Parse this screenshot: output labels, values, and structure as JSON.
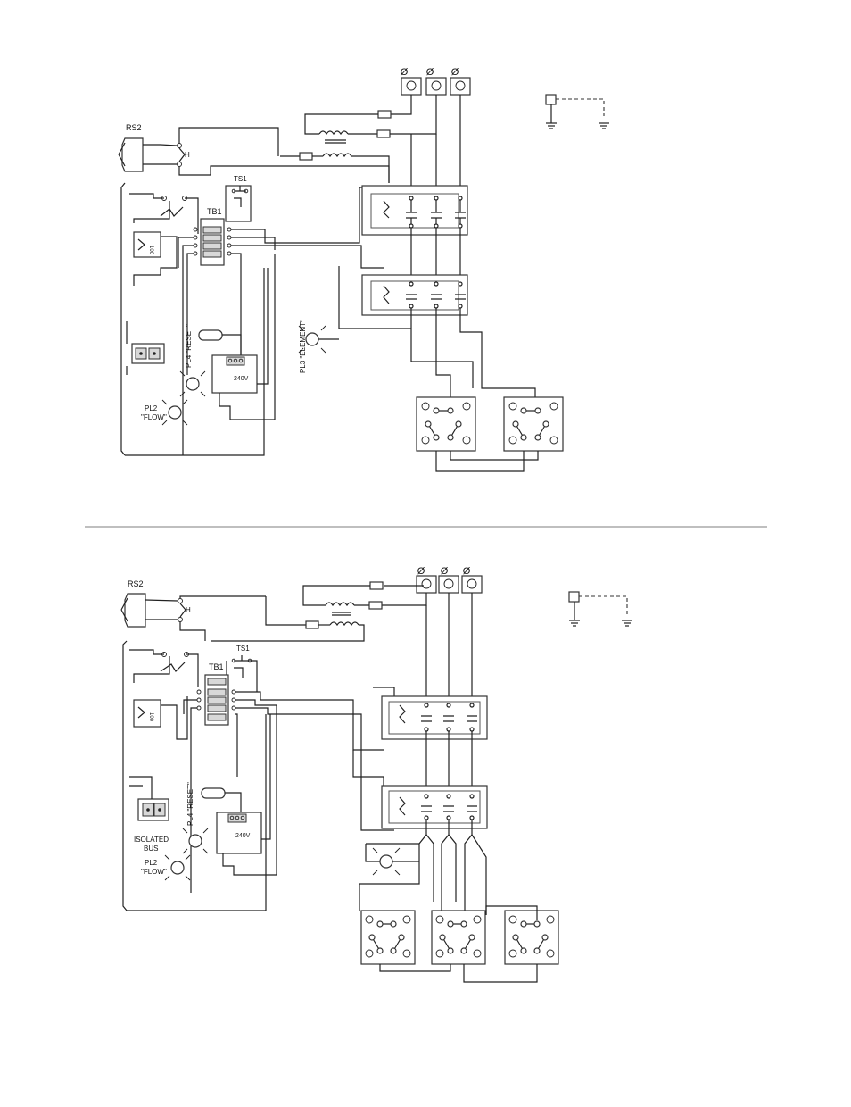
{
  "diagram_top": {
    "phase_symbol": "Ø",
    "rs2_label": "RS2",
    "h_label": "H",
    "ts1_label": "TS1",
    "tb1_label": "TB1",
    "voltage_label": "240V",
    "pl4_label": "PL4 \"RESET\"",
    "pl2_label_line1": "PL2",
    "pl2_label_line2": "\"FLOW\"",
    "pl3_label": "PL3 \"ELEMENT\""
  },
  "diagram_bottom": {
    "phase_symbol": "Ø",
    "rs2_label": "RS2",
    "h_label": "H",
    "ts1_label": "TS1",
    "tb1_label": "TB1",
    "voltage_label": "240V",
    "pl4_label": "PL4 \"RESET\"",
    "pl2_label_line1": "PL2",
    "pl2_label_line2": "\"FLOW\"",
    "isolated_bus_line1": "ISOLATED",
    "isolated_bus_line2": "BUS"
  }
}
